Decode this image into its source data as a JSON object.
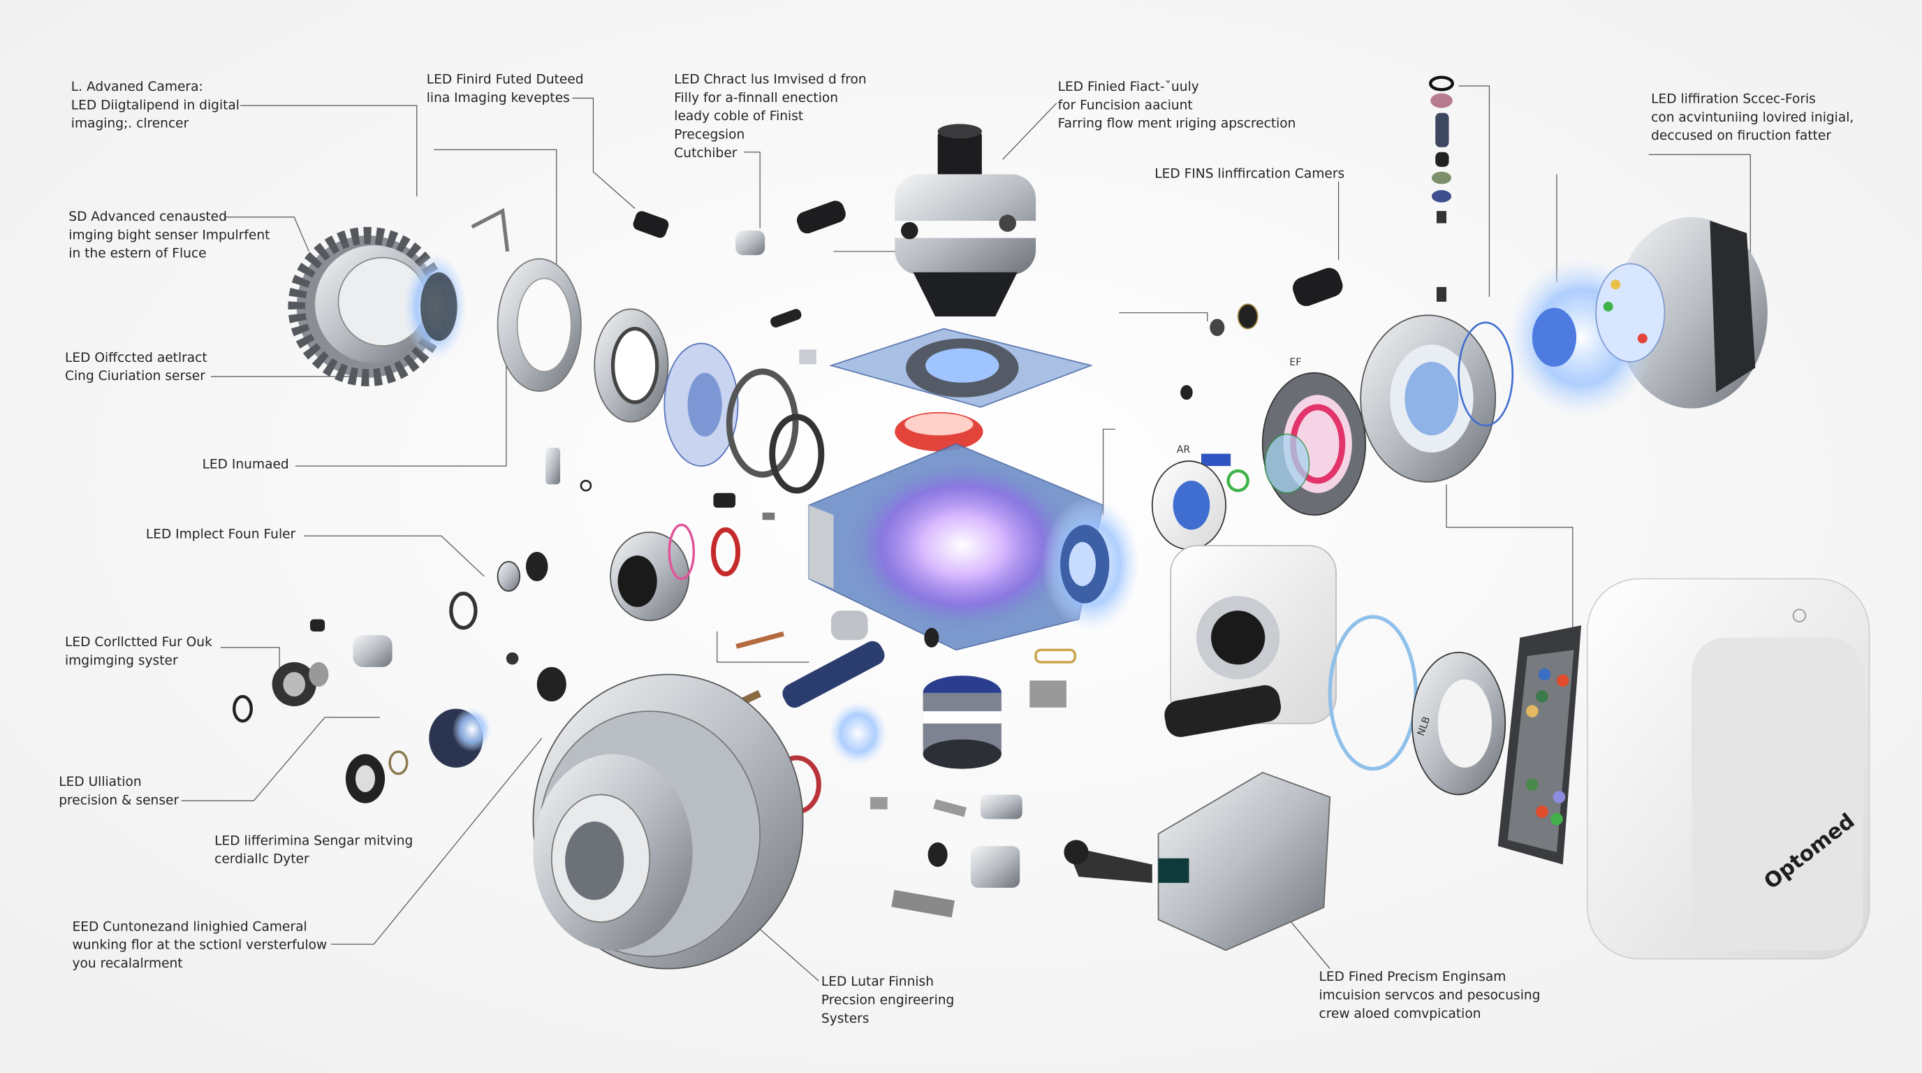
{
  "labels": [
    {
      "lines": [
        "L. Advaned Camera:",
        "LED Diigtalipend in digital",
        "imaging;. clrencer"
      ]
    },
    {
      "lines": [
        "LED Finird Futed Duteed",
        "lina Imaging keveptes"
      ]
    },
    {
      "lines": [
        "LED Chract lus Imvised d fron",
        "Filly for a-finnall enection",
        "leady coble of Finist",
        "Precegsion",
        "Cutchiber"
      ]
    },
    {
      "lines": [
        "LED Finied Fiact-ˇuuly",
        "for Funcision aaciunt",
        "Farring flow ment ıriging apscrection"
      ]
    },
    {
      "lines": [
        "LED FINS linffircation Camers"
      ]
    },
    {
      "lines": [
        "LED liffiration Sccec-Foris",
        "con acvintuniing lovired inigial,",
        "deccused on firuction fatter"
      ]
    },
    {
      "lines": [
        "SD Advanced cenausted",
        "imging bight senser Impulrfent",
        "in the estern of Fluce"
      ]
    },
    {
      "lines": [
        "LED Oiffccted aetlract",
        "Cing Ciuriation serser"
      ]
    },
    {
      "lines": [
        "LED Inumaed"
      ]
    },
    {
      "lines": [
        "LED Implect Foun Fuler"
      ]
    },
    {
      "lines": [
        "LED Corllctted Fur Ouk",
        "imgimging syster"
      ]
    },
    {
      "lines": [
        "LED Ulliation",
        "precision & senser"
      ]
    },
    {
      "lines": [
        "LED lifferimina Sengar mitving",
        "cerdiallc Dyter"
      ]
    },
    {
      "lines": [
        "EED Cuntonezand linighied Cameral",
        "wunking flor at the sctionl versterfulow",
        "you recalalrment"
      ]
    },
    {
      "lines": [
        "LED Lutar Finnish",
        "Precsion engireering",
        "Systers"
      ]
    },
    {
      "lines": [
        "LED Fined Precism Enginsam",
        "imcuision servcos and pesocusing",
        "crew aloed comvpication"
      ]
    }
  ],
  "small_marks": [
    "EF",
    "AR"
  ],
  "brand": "Optomed",
  "colors": {
    "background": "#f7f7f7",
    "metal": "#c9cdd2",
    "housing_blue": "#6f8fc8",
    "glow_purple": "#b77cf0",
    "accent_red": "#e2433a",
    "device_white": "#f1f1f1",
    "panel_dark": "#3a3b3e"
  },
  "panel_buttons": [
    "#3a6fc4",
    "#e14c2c",
    "#3d7a4a",
    "#e3b860",
    "#4a8a4c",
    "#8d8de0",
    "#e14c2c",
    "#43b04a"
  ]
}
